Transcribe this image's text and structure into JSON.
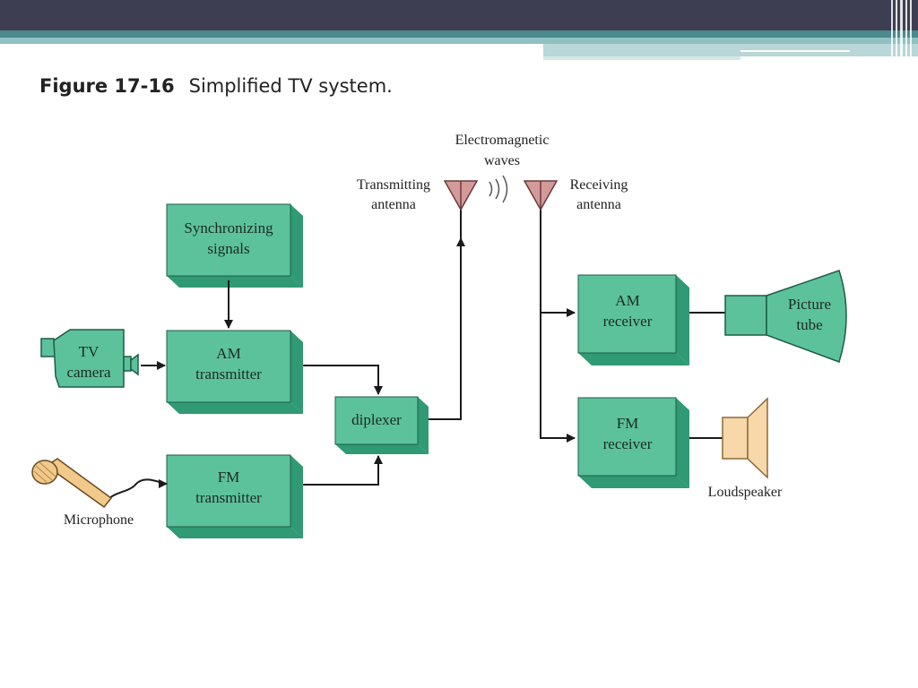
{
  "caption": {
    "number": "Figure 17-16",
    "title": "Simplified TV system."
  },
  "blocks": {
    "sync": [
      "Synchronizing",
      "signals"
    ],
    "am_tx": [
      "AM",
      "transmitter"
    ],
    "fm_tx": [
      "FM",
      "transmitter"
    ],
    "diplexer": [
      "diplexer"
    ],
    "am_rx": [
      "AM",
      "receiver"
    ],
    "fm_rx": [
      "FM",
      "receiver"
    ]
  },
  "labels": {
    "em_waves": [
      "Electromagnetic",
      "waves"
    ],
    "tx_antenna": [
      "Transmitting",
      "antenna"
    ],
    "rx_antenna": [
      "Receiving",
      "antenna"
    ],
    "tv_camera": [
      "TV",
      "camera"
    ],
    "microphone": "Microphone",
    "picture_tube": [
      "Picture",
      "tube"
    ],
    "loudspeaker": "Loudspeaker"
  },
  "colors": {
    "block_face": "#5cc29c",
    "block_side": "#2f9a73",
    "antenna": "#d49a9a",
    "speaker": "#f8d7a8",
    "mic": "#f1c98a"
  }
}
